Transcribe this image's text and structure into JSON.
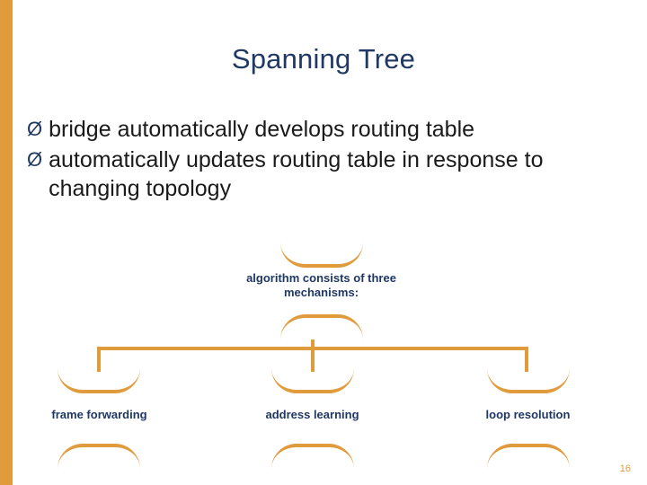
{
  "slide": {
    "title": "Spanning Tree",
    "page_number": "16",
    "accent_color": "#e09b3d",
    "heading_color": "#1f3864",
    "bullets": [
      {
        "marker": "Ø",
        "text": "bridge automatically develops routing table"
      },
      {
        "marker": "Ø",
        "text": "automatically updates routing table in response to changing topology"
      }
    ],
    "diagram": {
      "root": "algorithm consists of three mechanisms:",
      "leaves": [
        "frame forwarding",
        "address learning",
        "loop resolution"
      ]
    }
  }
}
